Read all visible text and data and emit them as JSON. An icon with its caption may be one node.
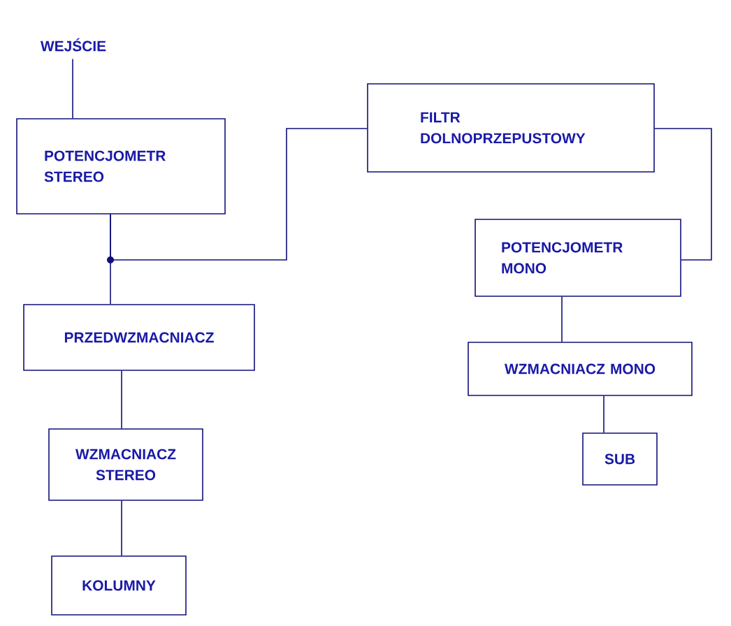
{
  "diagram": {
    "nodes": [
      {
        "text": [
          "WEJŚCIE"
        ]
      },
      {
        "text": [
          "POTENCJOMETR STEREO"
        ]
      },
      {
        "text": [
          "FILTR DOLNOPRZEPUSTOWY"
        ]
      },
      {
        "text": [
          "POTENCJOMETR MONO"
        ]
      },
      {
        "text": [
          "PRZEDWZMACNIACZ"
        ]
      },
      {
        "text": [
          "WZMACNIACZ MONO"
        ]
      },
      {
        "text": [
          "WZMACNIACZ STEREO"
        ]
      },
      {
        "text": [
          "SUB"
        ]
      },
      {
        "text": [
          "KOLUMNY"
        ]
      }
    ],
    "edges": [
      {
        "from": 0,
        "to": 1,
        "arrow": "none"
      },
      {
        "from": 1,
        "to": 4,
        "arrow": "none"
      },
      {
        "from": 1,
        "to": 2,
        "arrow": "none"
      },
      {
        "from": 2,
        "to": 3,
        "arrow": "none"
      },
      {
        "from": 3,
        "to": 5,
        "arrow": "none"
      },
      {
        "from": 5,
        "to": 7,
        "arrow": "none"
      },
      {
        "from": 4,
        "to": 6,
        "arrow": "none"
      },
      {
        "from": 6,
        "to": 8,
        "arrow": "none"
      }
    ]
  }
}
